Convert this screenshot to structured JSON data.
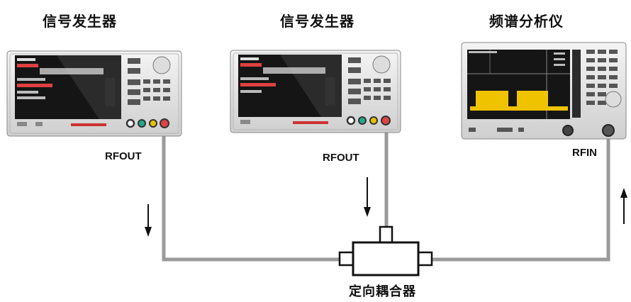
{
  "instruments": {
    "gen1": {
      "title": "信号发生器",
      "port": "RFOUT"
    },
    "gen2": {
      "title": "信号发生器",
      "port": "RFOUT"
    },
    "analyzer": {
      "title": "频谱分析仪",
      "port": "RFIN"
    }
  },
  "coupler": {
    "label": "定向耦合器"
  },
  "colors": {
    "cable": "#9a9a9a",
    "panel": "#e4e4e4",
    "screen": "#151515",
    "spectrum": "#f0c300"
  }
}
